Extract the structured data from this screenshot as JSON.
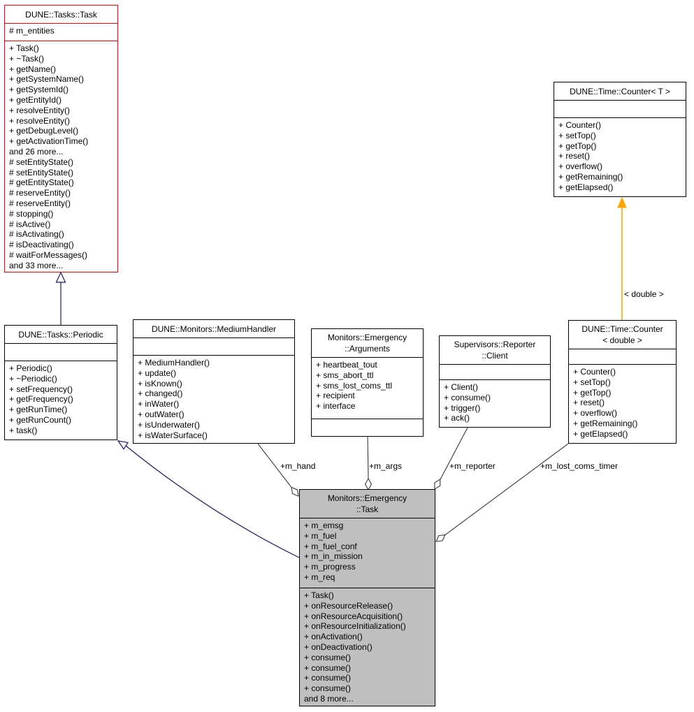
{
  "colors": {
    "inheritance_edge": "#191970",
    "template_edge": "#FFA500",
    "aggregation_edge": "#3a3a3a",
    "highlight_border": "#FF0000",
    "focus_node_fill": "#BFBFBF",
    "node_border": "#000000"
  },
  "diagram": {
    "classes": {
      "task": {
        "title": "DUNE::Tasks::Task",
        "attributes": [
          "# m_entities"
        ],
        "methods": [
          "+ Task()",
          "+ ~Task()",
          "+ getName()",
          "+ getSystemName()",
          "+ getSystemId()",
          "+ getEntityId()",
          "+ resolveEntity()",
          "+ resolveEntity()",
          "+ getDebugLevel()",
          "+ getActivationTime()",
          "and 26 more...",
          "# setEntityState()",
          "# setEntityState()",
          "# getEntityState()",
          "# reserveEntity()",
          "# reserveEntity()",
          "# stopping()",
          "# isActive()",
          "# isActivating()",
          "# isDeactivating()",
          "# waitForMessages()",
          "and 33 more..."
        ]
      },
      "counter_t": {
        "title": "DUNE::Time::Counter< T >",
        "attributes": [],
        "methods": [
          "+ Counter()",
          "+ setTop()",
          "+ getTop()",
          "+ reset()",
          "+ overflow()",
          "+ getRemaining()",
          "+ getElapsed()"
        ]
      },
      "periodic": {
        "title": "DUNE::Tasks::Periodic",
        "attributes": [],
        "methods": [
          "+ Periodic()",
          "+ ~Periodic()",
          "+ setFrequency()",
          "+ getFrequency()",
          "+ getRunTime()",
          "+ getRunCount()",
          "+ task()"
        ]
      },
      "medium_handler": {
        "title": "DUNE::Monitors::MediumHandler",
        "attributes": [],
        "methods": [
          "+ MediumHandler()",
          "+ update()",
          "+ isKnown()",
          "+ changed()",
          "+ inWater()",
          "+ outWater()",
          "+ isUnderwater()",
          "+ isWaterSurface()"
        ]
      },
      "arguments": {
        "title": "Monitors::Emergency\n::Arguments",
        "attributes": [
          "+ heartbeat_tout",
          "+ sms_abort_ttl",
          "+ sms_lost_coms_ttl",
          "+ recipient",
          "+ interface"
        ],
        "methods": []
      },
      "client": {
        "title": "Supervisors::Reporter\n::Client",
        "attributes": [],
        "methods": [
          "+ Client()",
          "+ consume()",
          "+ trigger()",
          "+ ack()"
        ]
      },
      "counter_double": {
        "title": "DUNE::Time::Counter\n< double >",
        "attributes": [],
        "methods": [
          "+ Counter()",
          "+ setTop()",
          "+ getTop()",
          "+ reset()",
          "+ overflow()",
          "+ getRemaining()",
          "+ getElapsed()"
        ]
      },
      "emergency_task": {
        "title": "Monitors::Emergency\n::Task",
        "attributes": [
          "+ m_emsg",
          "+ m_fuel",
          "+ m_fuel_conf",
          "+ m_in_mission",
          "+ m_progress",
          "+ m_req"
        ],
        "methods": [
          "+ Task()",
          "+ onResourceRelease()",
          "+ onResourceAcquisition()",
          "+ onResourceInitialization()",
          "+ onActivation()",
          "+ onDeactivation()",
          "+ consume()",
          "+ consume()",
          "+ consume()",
          "+ consume()",
          "and 8 more..."
        ]
      }
    },
    "edges": [
      {
        "from": "DUNE::Tasks::Periodic",
        "to": "DUNE::Tasks::Task",
        "type": "inheritance",
        "label": ""
      },
      {
        "from": "Monitors::Emergency::Task",
        "to": "DUNE::Tasks::Periodic",
        "type": "inheritance",
        "label": ""
      },
      {
        "from": "DUNE::Time::Counter< double >",
        "to": "DUNE::Time::Counter< T >",
        "type": "template-instance",
        "label": "< double >"
      },
      {
        "from": "DUNE::Monitors::MediumHandler",
        "to": "Monitors::Emergency::Task",
        "type": "aggregation",
        "label": "+m_hand"
      },
      {
        "from": "Monitors::Emergency::Arguments",
        "to": "Monitors::Emergency::Task",
        "type": "aggregation",
        "label": "+m_args"
      },
      {
        "from": "Supervisors::Reporter::Client",
        "to": "Monitors::Emergency::Task",
        "type": "aggregation",
        "label": "+m_reporter"
      },
      {
        "from": "DUNE::Time::Counter< double >",
        "to": "Monitors::Emergency::Task",
        "type": "aggregation",
        "label": "+m_lost_coms_timer"
      }
    ]
  }
}
